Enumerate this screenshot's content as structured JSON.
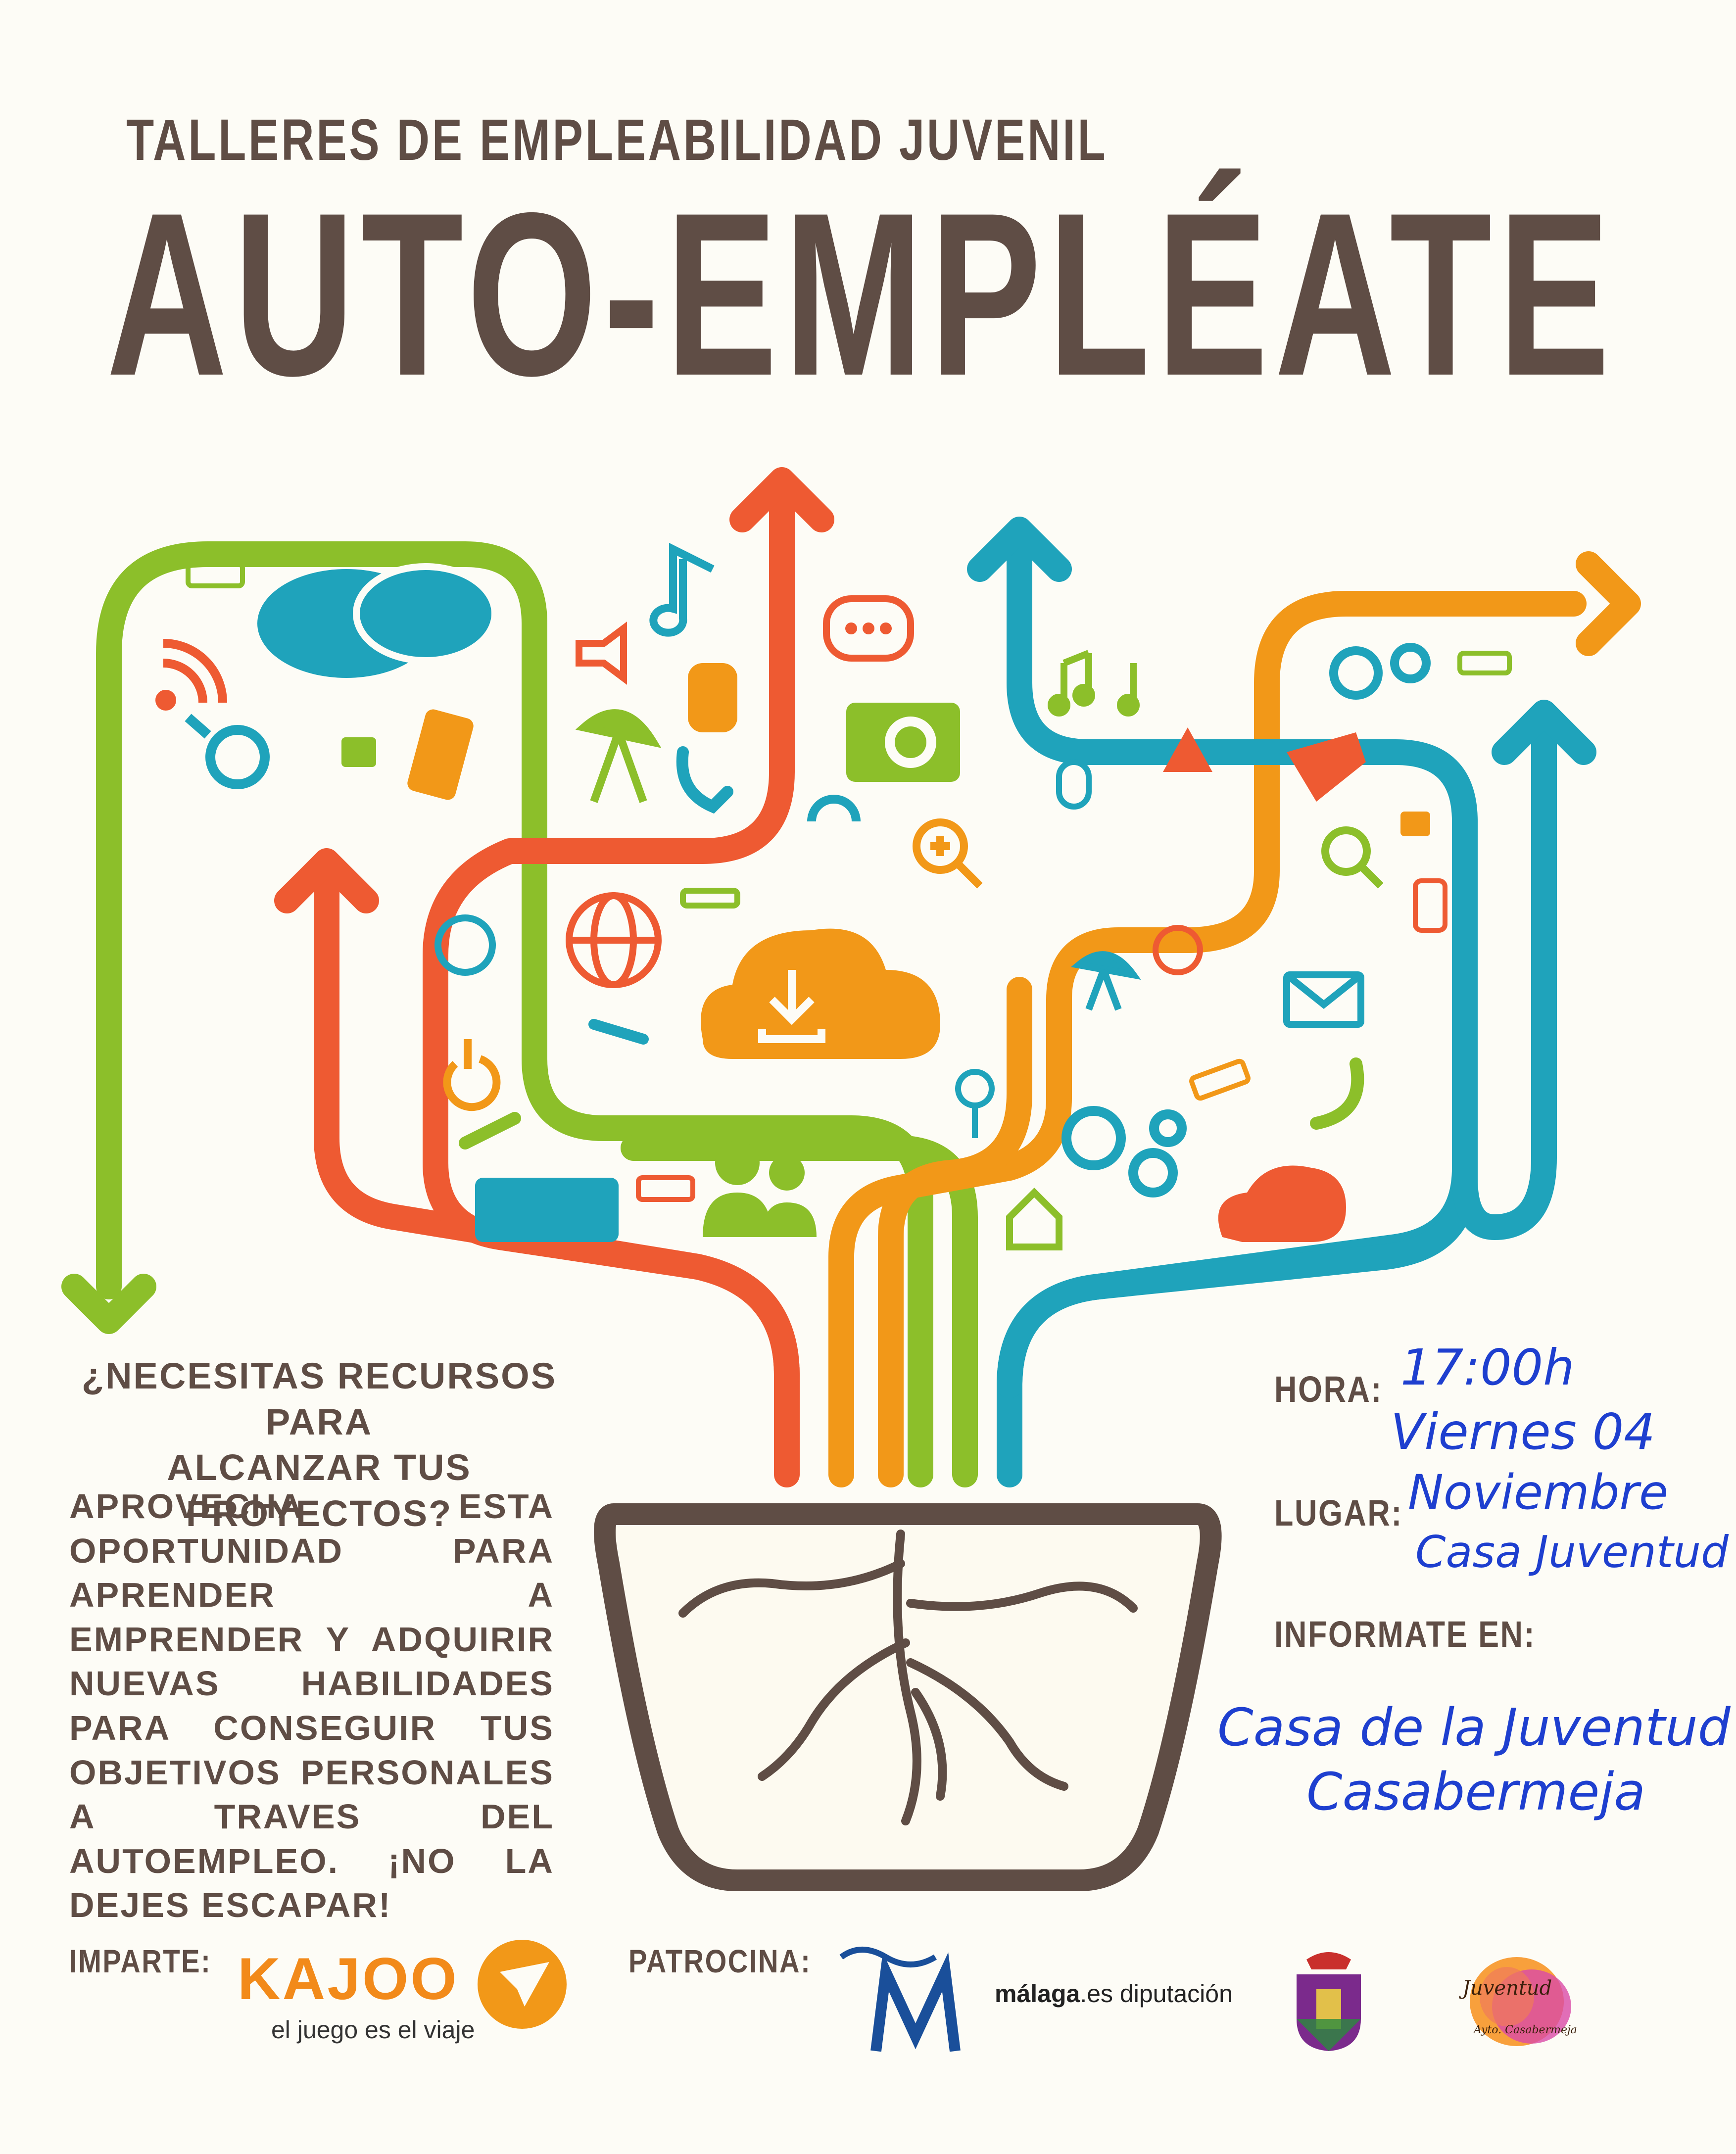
{
  "header": {
    "subtitle": "TALLERES DE EMPLEABILIDAD JUVENIL",
    "title": "AUTO-EMPLÉATE"
  },
  "question": {
    "line1": "¿NECESITAS RECURSOS PARA",
    "line2": "ALCANZAR TUS PROYECTOS?"
  },
  "description": "APROVECHA ESTA OPORTUNIDAD PARA APRENDER A EMPRENDER Y ADQUIRIR NUEVAS HABILIDADES PARA CONSEGUIR TUS OBJETIVOS PERSONALES A TRAVES DEL AUTOEMPLEO. ¡NO LA DEJES ESCAPAR!",
  "details": {
    "hora_label": "HORA:",
    "hora_value": "17:00h",
    "date_value": "Viernes 04",
    "month_value": "Noviembre",
    "lugar_label": "LUGAR:",
    "lugar_value": "Casa Juventud",
    "informate_label": "INFORMATE EN:",
    "informate_line1": "Casa de la Juventud",
    "informate_line2": "Casabermeja"
  },
  "footer": {
    "imparte_label": "IMPARTE:",
    "kajoo_name": "KAJOO",
    "kajoo_slogan": "el juego es el viaje",
    "patrocina_label": "PATROCINA:",
    "malaga_bold": "málaga",
    "malaga_rest": ".es diputación",
    "juventud_word": "Juventud",
    "juventud_sub": "Ayto. Casabermeja"
  },
  "colors": {
    "brown": "#5f4d45",
    "green": "#8cbf2a",
    "orange": "#f29818",
    "red": "#ee5a32",
    "teal": "#1fa3bb",
    "blue_text": "#1e3fcf"
  },
  "icons": [
    "chat-bubbles-icon",
    "wifi-icon",
    "usb-icon",
    "magnifier-icon",
    "mobile-phone-icon",
    "music-note-icon",
    "megaphone-icon",
    "hand-icon",
    "satellite-dish-icon",
    "phone-handset-icon",
    "message-bubble-icon",
    "camera-icon",
    "headset-icon",
    "zoom-in-icon",
    "music-notes-icon",
    "mouse-icon",
    "warning-icon",
    "gears-icon",
    "lock-icon",
    "email-icon",
    "globe-icon",
    "at-sign-icon",
    "router-icon",
    "cloud-download-icon",
    "power-icon",
    "wrench-icon",
    "keyboard-icon",
    "users-icon",
    "home-icon",
    "cloud-speaker-icon",
    "microphone-icon"
  ]
}
